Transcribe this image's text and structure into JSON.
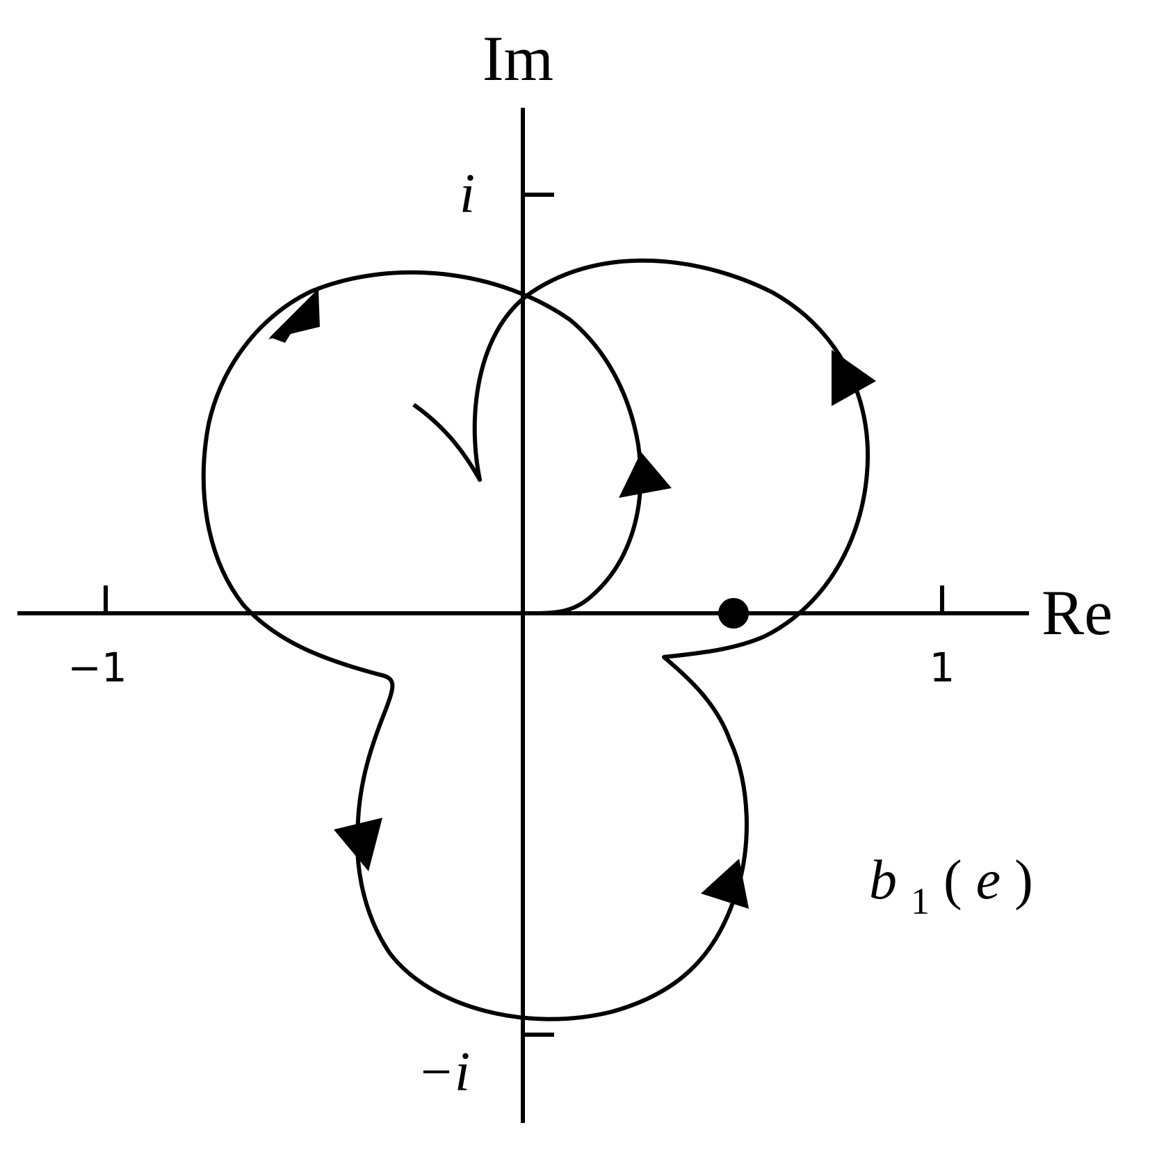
{
  "axes": {
    "real_label": "Re",
    "imag_label": "Im",
    "real_ticks": [
      "−1",
      "1"
    ],
    "imag_ticks": [
      "i",
      "−i"
    ]
  },
  "curve": {
    "label_base": "b",
    "label_sub": "1",
    "label_arg": "e",
    "stroke_color": "#000000",
    "marked_point": {
      "re": 0.5,
      "im": 0.0
    }
  }
}
